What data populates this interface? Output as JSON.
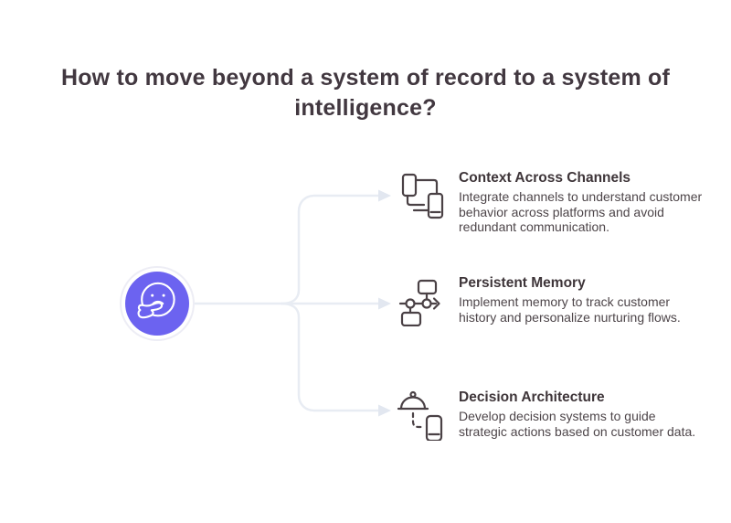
{
  "title": "How to move beyond a system of record to a system of intelligence?",
  "colors": {
    "accent_purple": "#6C63F0",
    "connector_line": "#E8ECF3",
    "connector_arrow": "#E2E7F0",
    "title_text": "#423840",
    "heading_text": "#3E3539",
    "body_text": "#4D4549",
    "icon_stroke": "#4A4145",
    "background": "#FFFFFF"
  },
  "center": {
    "icon": "thinking-face-icon"
  },
  "branches": [
    {
      "icon": "connected-devices-icon",
      "title": "Context Across Channels",
      "description": "Integrate channels to understand customer behavior across platforms and avoid redundant communication."
    },
    {
      "icon": "workflow-icon",
      "title": "Persistent Memory",
      "description": "Implement memory to track customer history and personalize nurturing flows."
    },
    {
      "icon": "cloche-device-icon",
      "title": "Decision Architecture",
      "description": "Develop decision systems to guide strategic actions based on customer data."
    }
  ]
}
